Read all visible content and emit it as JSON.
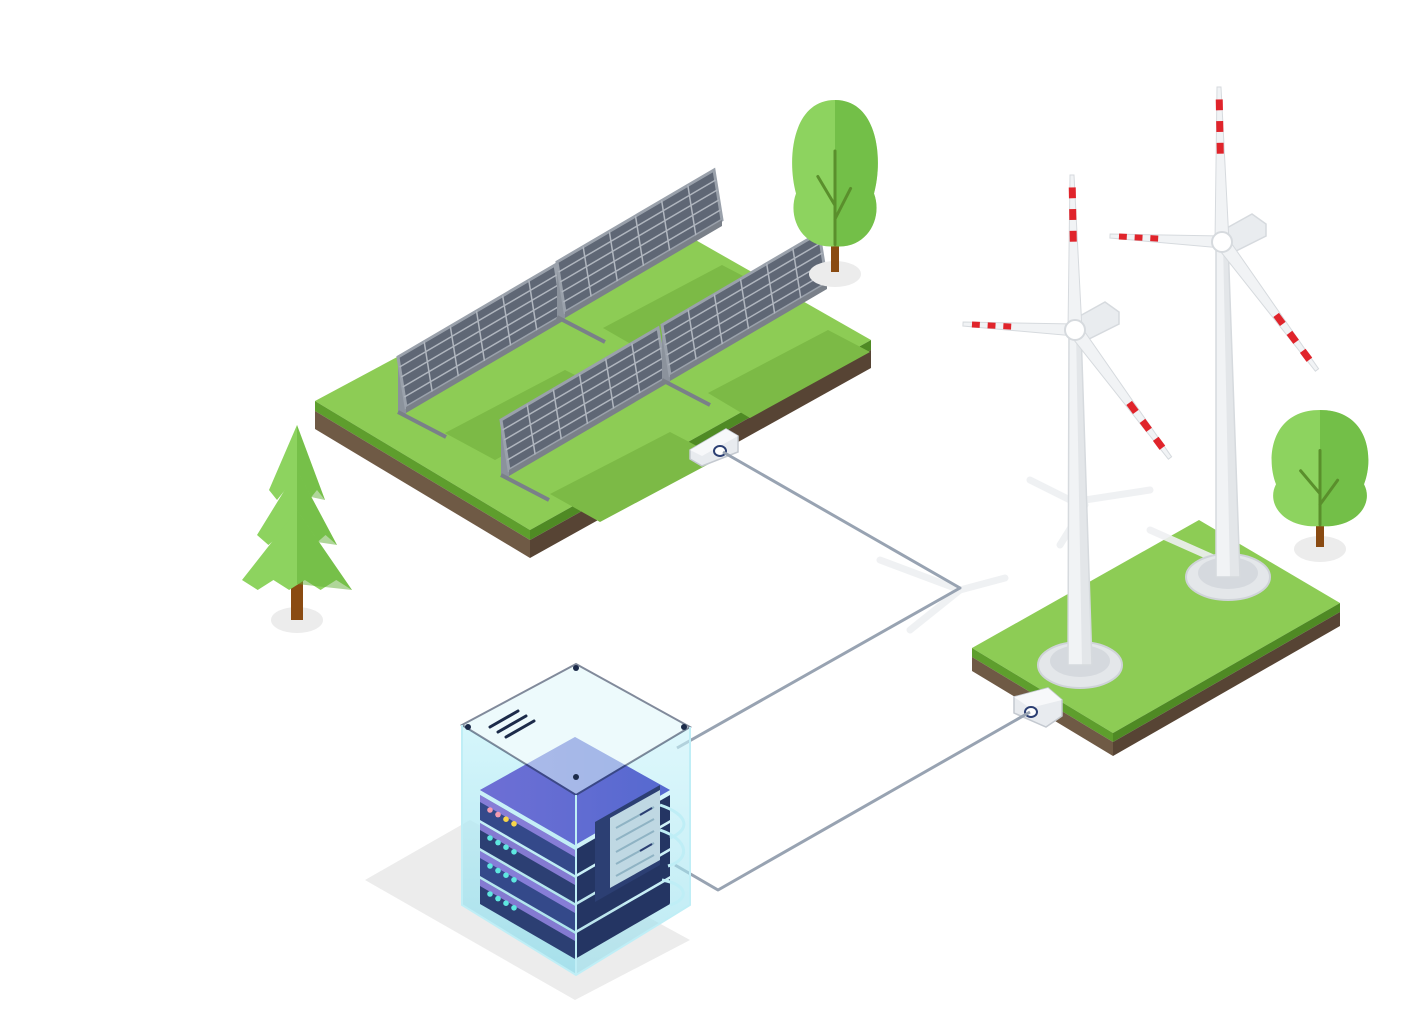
{
  "colors": {
    "grass_top": "#8dcc55",
    "grass_side_left": "#5e9e2d",
    "grass_side_right": "#4f8a24",
    "soil_left": "#6f5a45",
    "soil_right": "#574434",
    "panel_cell": "#5f6775",
    "panel_frame": "#9aa1ab",
    "panel_stand": "#8b929c",
    "tree_light": "#8dd35f",
    "tree_dark": "#5fae34",
    "trunk": "#8a4b12",
    "turbine_white": "#f1f3f5",
    "turbine_shade": "#d6dade",
    "turbine_red": "#e0242b",
    "cable": "#98a3b2",
    "connector": "#e8ebef",
    "server_glass": "#9fe6f2",
    "server_purple": "#7f6bd6",
    "server_blue": "#4d63c9",
    "server_dark": "#2c3f73",
    "led_yellow": "#f7d54a",
    "led_cyan": "#5ee7e0",
    "shadow": "#ececec"
  },
  "diagram": {
    "nodes": [
      {
        "id": "solar-farm",
        "kind": "solar-panel-field",
        "panel_count": 4
      },
      {
        "id": "wind-farm",
        "kind": "wind-turbine-field",
        "turbine_count": 2
      },
      {
        "id": "server-rack",
        "kind": "data-center-server"
      }
    ],
    "edges": [
      {
        "from": "solar-farm",
        "to": "server-rack",
        "kind": "power-cable"
      },
      {
        "from": "wind-farm",
        "to": "server-rack",
        "kind": "power-cable"
      }
    ],
    "decorations": {
      "trees": 3
    }
  }
}
